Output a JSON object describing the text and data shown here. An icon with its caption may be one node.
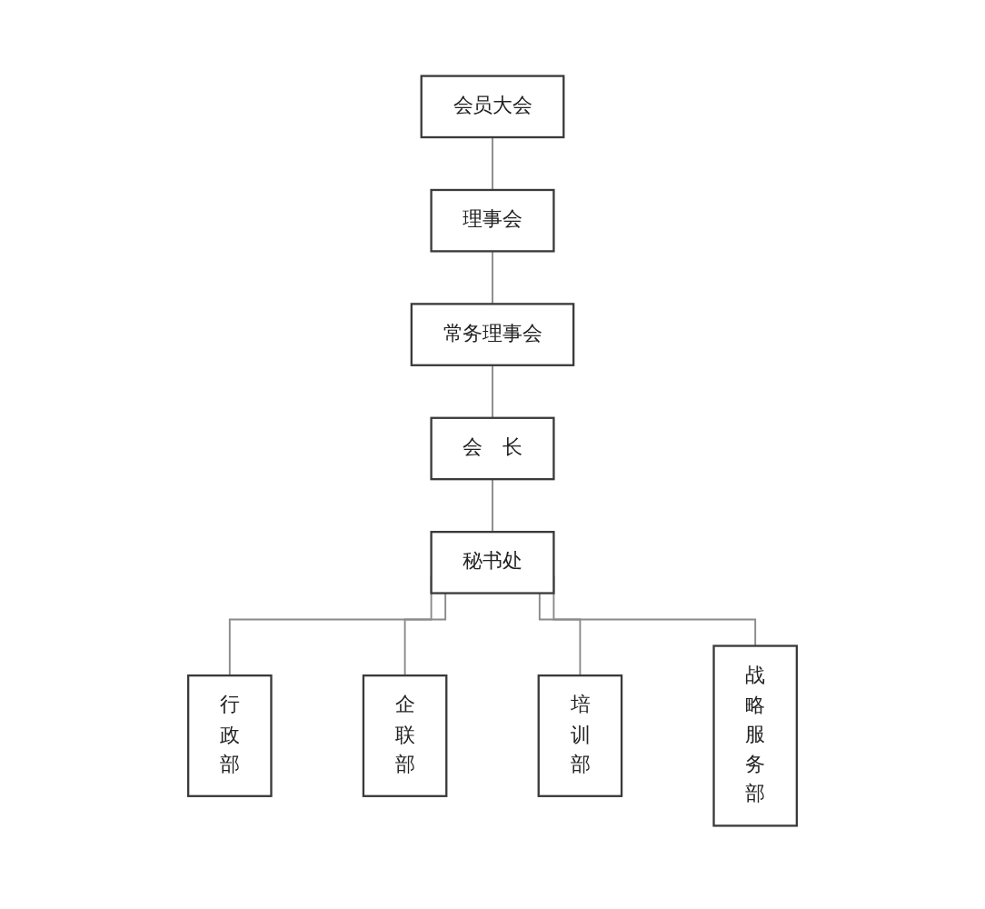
{
  "diagram": {
    "nodes": [
      {
        "text": [
          "会员大会"
        ]
      },
      {
        "text": [
          "理事会"
        ]
      },
      {
        "text": [
          "常务理事会"
        ]
      },
      {
        "text": [
          "会　长"
        ]
      },
      {
        "text": [
          "秘书处"
        ]
      },
      {
        "text": [
          "行政部"
        ]
      },
      {
        "text": [
          "企联部"
        ]
      },
      {
        "text": [
          "培训部"
        ]
      },
      {
        "text": [
          "战略服务部"
        ]
      }
    ],
    "edges": [
      {
        "from": 0,
        "to": 1,
        "arrow": "none"
      },
      {
        "from": 1,
        "to": 2,
        "arrow": "none"
      },
      {
        "from": 2,
        "to": 3,
        "arrow": "none"
      },
      {
        "from": 3,
        "to": 4,
        "arrow": "none"
      },
      {
        "from": 4,
        "to": 5,
        "arrow": "none"
      },
      {
        "from": 4,
        "to": 6,
        "arrow": "none"
      },
      {
        "from": 4,
        "to": 7,
        "arrow": "none"
      },
      {
        "from": 4,
        "to": 8,
        "arrow": "none"
      }
    ]
  }
}
